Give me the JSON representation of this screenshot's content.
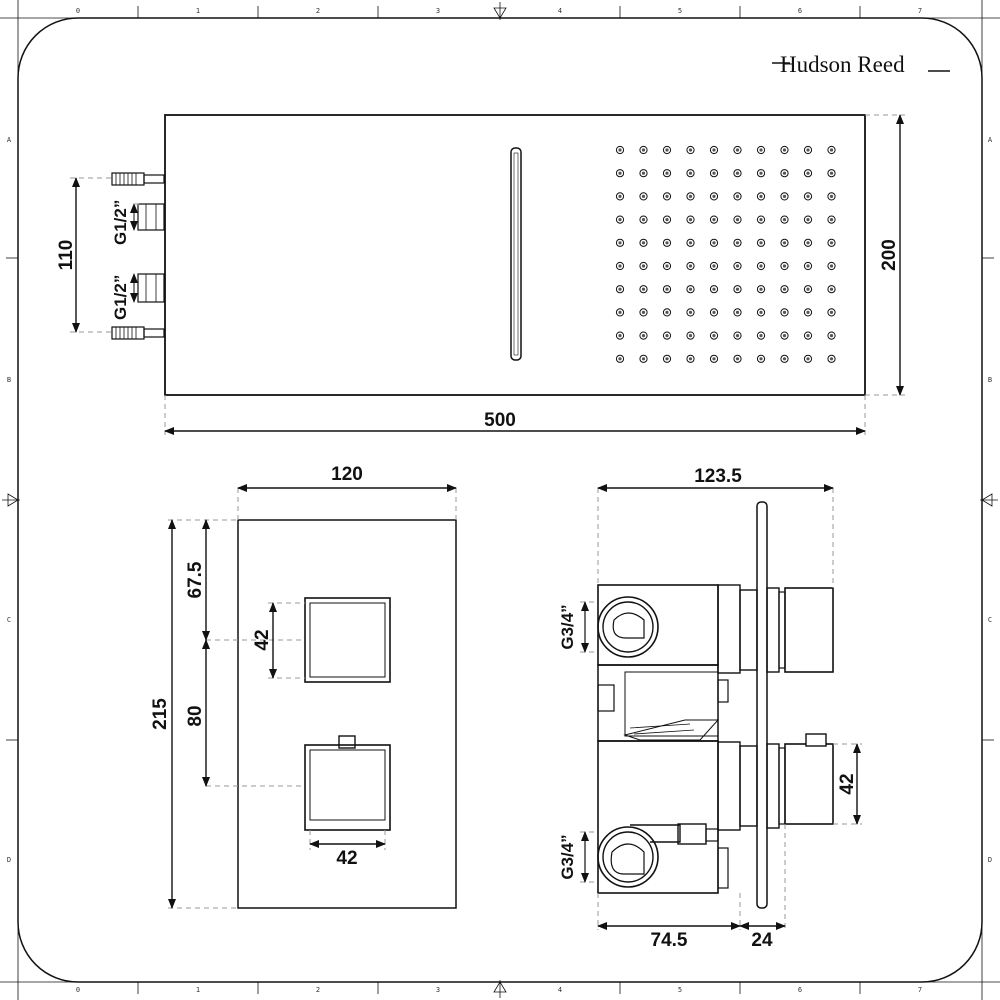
{
  "brand": {
    "name": "Hudson Reed"
  },
  "frame": {
    "columns": [
      "0",
      "1",
      "2",
      "3",
      "4",
      "5",
      "6",
      "7"
    ],
    "rows": [
      "A",
      "B",
      "C",
      "D"
    ]
  },
  "shower_head": {
    "width_label": "500",
    "height_label": "200",
    "inlet_spacing_label": "110",
    "inlet_upper_label": "G1/2”",
    "inlet_lower_label": "G1/2”"
  },
  "valve_front": {
    "width_label": "120",
    "height_label": "215",
    "top_offset_label": "67.5",
    "handle_spacing_label": "80",
    "handle_height_label": "42",
    "handle_width_label": "42"
  },
  "valve_side": {
    "depth_label": "123.5",
    "body_depth_label": "74.5",
    "plate_label": "24",
    "handle_label": "42",
    "outlet_upper_label": "G3/4”",
    "outlet_lower_label": "G3/4”"
  },
  "colors": {
    "line": "#111111",
    "dim_dash": "#999999",
    "background": "#ffffff"
  }
}
